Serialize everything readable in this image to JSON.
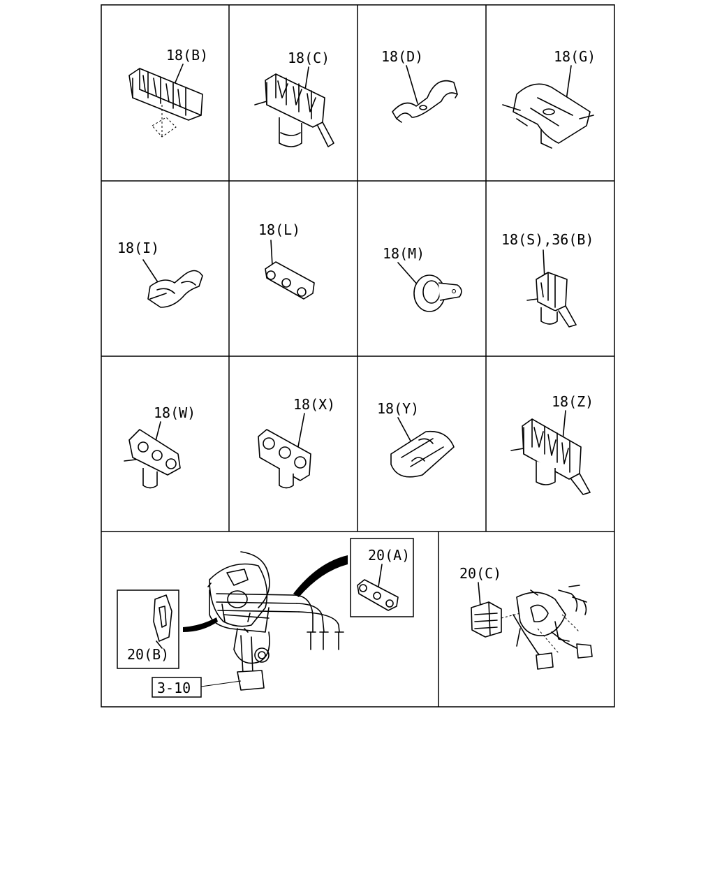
{
  "diagram": {
    "parts": [
      {
        "label": "18(B)"
      },
      {
        "label": "18(C)"
      },
      {
        "label": "18(D)"
      },
      {
        "label": "18(G)"
      },
      {
        "label": "18(I)"
      },
      {
        "label": "18(L)"
      },
      {
        "label": "18(M)"
      },
      {
        "label": "18(S),36(B)"
      },
      {
        "label": "18(W)"
      },
      {
        "label": "18(X)"
      },
      {
        "label": "18(Y)"
      },
      {
        "label": "18(Z)"
      }
    ],
    "bottom_left": {
      "inset_a_label": "20(A)",
      "inset_b_label": "20(B)",
      "ref_label": "3-10"
    },
    "bottom_right": {
      "label": "20(C)"
    }
  }
}
